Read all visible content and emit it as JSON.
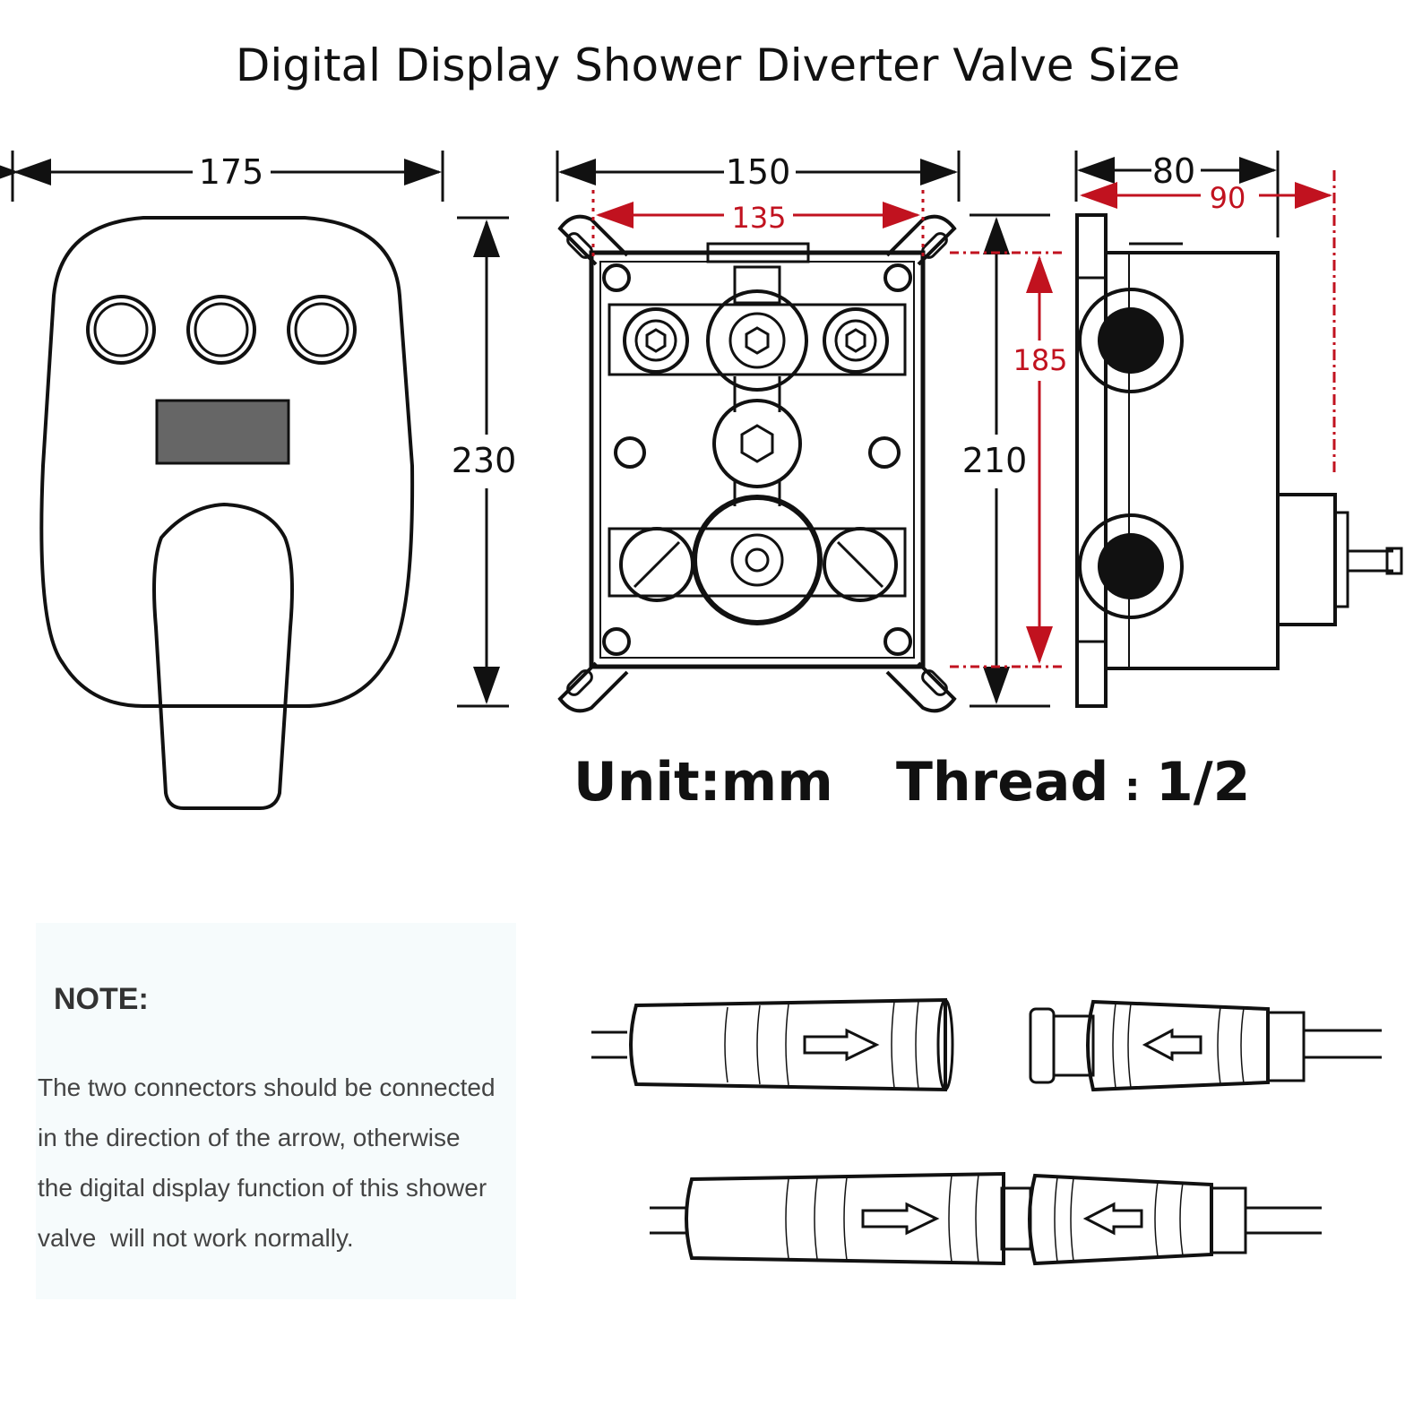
{
  "title": "Digital Display Shower Diverter Valve Size",
  "dimensions": {
    "plate_width": "175",
    "plate_height": "230",
    "box_width": "150",
    "box_inner_width": "135",
    "box_height": "210",
    "box_inner_height": "185",
    "depth": "80",
    "depth_total": "90"
  },
  "unit_label": "Unit:mm",
  "thread_label": "Thread",
  "thread_sep": ":",
  "thread_value": "1/2",
  "note": {
    "title": "NOTE:",
    "lines": [
      "The two connectors should be connected",
      "in the direction of the arrow, otherwise",
      "the digital display function of this shower",
      "valve  will not work normally."
    ]
  },
  "colors": {
    "line": "#111111",
    "accent_red": "#c1121f",
    "panel_gray": "#666666",
    "note_bg": "#f6fbfc"
  }
}
